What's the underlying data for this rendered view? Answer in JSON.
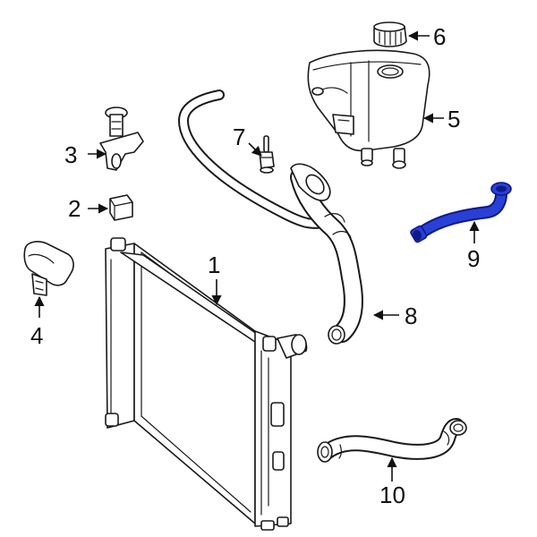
{
  "diagram": {
    "highlight_color": "#2a3fd6",
    "line_color": "#1a1a1a",
    "callouts": [
      {
        "id": "1",
        "label": "1",
        "part": "radiator"
      },
      {
        "id": "2",
        "label": "2",
        "part": "mount-pad"
      },
      {
        "id": "3",
        "label": "3",
        "part": "upper-mount-bracket"
      },
      {
        "id": "4",
        "label": "4",
        "part": "lower-mount-insulator"
      },
      {
        "id": "5",
        "label": "5",
        "part": "reservoir-tank"
      },
      {
        "id": "6",
        "label": "6",
        "part": "reservoir-cap"
      },
      {
        "id": "7",
        "label": "7",
        "part": "bleeder-fitting"
      },
      {
        "id": "8",
        "label": "8",
        "part": "upper-hose"
      },
      {
        "id": "9",
        "label": "9",
        "part": "reservoir-hose",
        "highlighted": true
      },
      {
        "id": "10",
        "label": "10",
        "part": "lower-hose"
      }
    ]
  }
}
